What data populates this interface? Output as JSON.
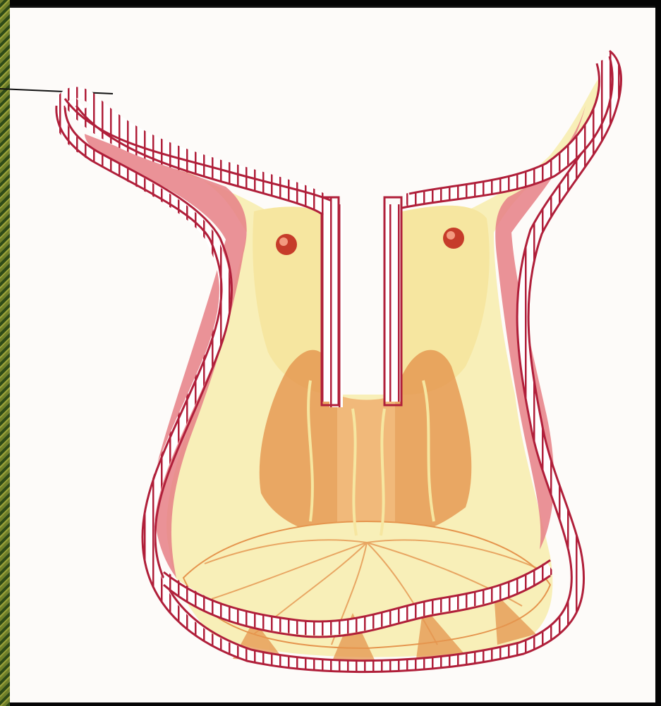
{
  "diagram": {
    "palette": {
      "outline": "#b01f3a",
      "pink_fill": "#e67f86",
      "pale_pink": "#f4c4c2",
      "cream": "#f8efb8",
      "yellow": "#f6e6a0",
      "orange": "#e5954e",
      "orange_light": "#f1b97a",
      "eye": "#c63c2a"
    },
    "parts": [
      "outer-body-wall",
      "inner-lining-strip",
      "left-arm",
      "right-arm",
      "central-tube",
      "septa",
      "basal-disc",
      "eyespots"
    ],
    "leader_line": "present"
  }
}
